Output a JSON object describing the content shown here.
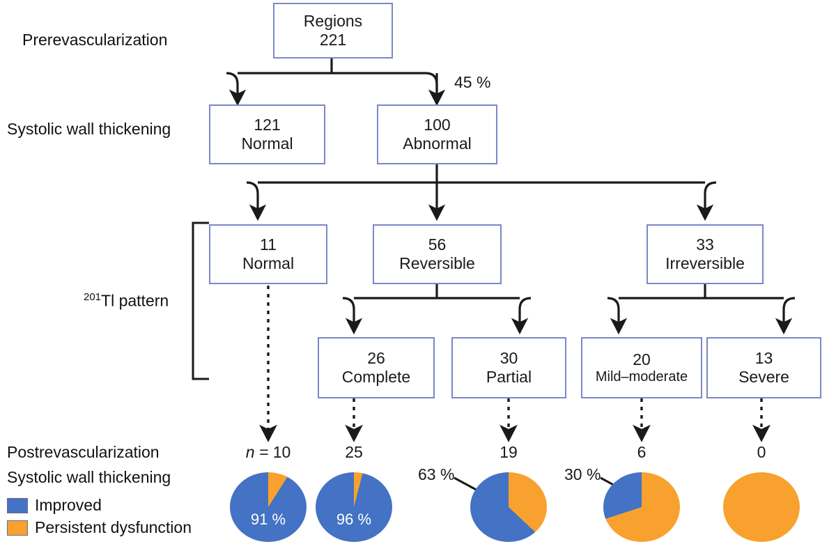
{
  "figure": {
    "type": "flowchart-with-pies",
    "title_rows": [
      {
        "id": "prerevascularization",
        "text": "Prerevascularization"
      },
      {
        "id": "systolic-wall-thickening-pre",
        "text": "Systolic wall thickening"
      },
      {
        "id": "tl-pattern",
        "text_sup": "201",
        "text": "Tl pattern"
      },
      {
        "id": "postrevascularization",
        "text": "Postrevascularization"
      },
      {
        "id": "systolic-wall-thickening-post",
        "text": "Systolic wall thickening"
      }
    ],
    "colors": {
      "improved_blue": "#4472C4",
      "persistent_orange": "#F9A12E",
      "box_border": "#7B87C8",
      "arrow_black": "#1a1a1a"
    },
    "nodes": {
      "root": {
        "count": "Regions",
        "label": "221"
      },
      "normal121": {
        "count": "121",
        "label": "Normal"
      },
      "abnormal100": {
        "count": "100",
        "label": "Abnormal"
      },
      "normal11": {
        "count": "11",
        "label": "Normal"
      },
      "reversible56": {
        "count": "56",
        "label": "Reversible"
      },
      "irrev33": {
        "count": "33",
        "label": "Irreversible"
      },
      "complete26": {
        "count": "26",
        "label": "Complete"
      },
      "partial30": {
        "count": "30",
        "label": "Partial"
      },
      "mildmod20": {
        "count": "20",
        "label": "Mild–moderate"
      },
      "severe13": {
        "count": "13",
        "label": "Severe"
      }
    },
    "edge_labels": {
      "abnormal_pct": "45 %"
    },
    "legend": [
      {
        "key": "improved",
        "label": "Improved",
        "color": "#4472C4"
      },
      {
        "key": "persistent",
        "label": "Persistent dysfunction",
        "color": "#F9A12E"
      }
    ]
  },
  "chart_data": {
    "type": "pie",
    "title": "Postrevascularization systolic wall thickening",
    "legend": [
      "Improved",
      "Persistent dysfunction"
    ],
    "legend_position": "bottom-left",
    "series_colors": [
      "#4472C4",
      "#F9A12E"
    ],
    "charts": [
      {
        "id": "pie-normal",
        "top_prefix": "n =",
        "top_value": "10",
        "n": 10,
        "improved_pct": 91,
        "persistent_pct": 9,
        "inside_label": "91 %",
        "outside_label": null,
        "values": [
          91,
          9
        ],
        "labels": [
          "Improved",
          "Persistent dysfunction"
        ]
      },
      {
        "id": "pie-complete",
        "top_prefix": "",
        "top_value": "25",
        "n": 25,
        "improved_pct": 96,
        "persistent_pct": 4,
        "inside_label": "96 %",
        "outside_label": null,
        "values": [
          96,
          4
        ],
        "labels": [
          "Improved",
          "Persistent dysfunction"
        ]
      },
      {
        "id": "pie-partial",
        "top_prefix": "",
        "top_value": "19",
        "n": 19,
        "improved_pct": 63,
        "persistent_pct": 37,
        "inside_label": null,
        "outside_label": "63 %",
        "values": [
          63,
          37
        ],
        "labels": [
          "Improved",
          "Persistent dysfunction"
        ]
      },
      {
        "id": "pie-mild-moderate",
        "top_prefix": "",
        "top_value": "6",
        "n": 6,
        "improved_pct": 30,
        "persistent_pct": 70,
        "inside_label": null,
        "outside_label": "30 %",
        "values": [
          30,
          70
        ],
        "labels": [
          "Improved",
          "Persistent dysfunction"
        ]
      },
      {
        "id": "pie-severe",
        "top_prefix": "",
        "top_value": "0",
        "n": 0,
        "improved_pct": 0,
        "persistent_pct": 100,
        "inside_label": null,
        "outside_label": null,
        "values": [
          0,
          100
        ],
        "labels": [
          "Improved",
          "Persistent dysfunction"
        ]
      }
    ]
  }
}
